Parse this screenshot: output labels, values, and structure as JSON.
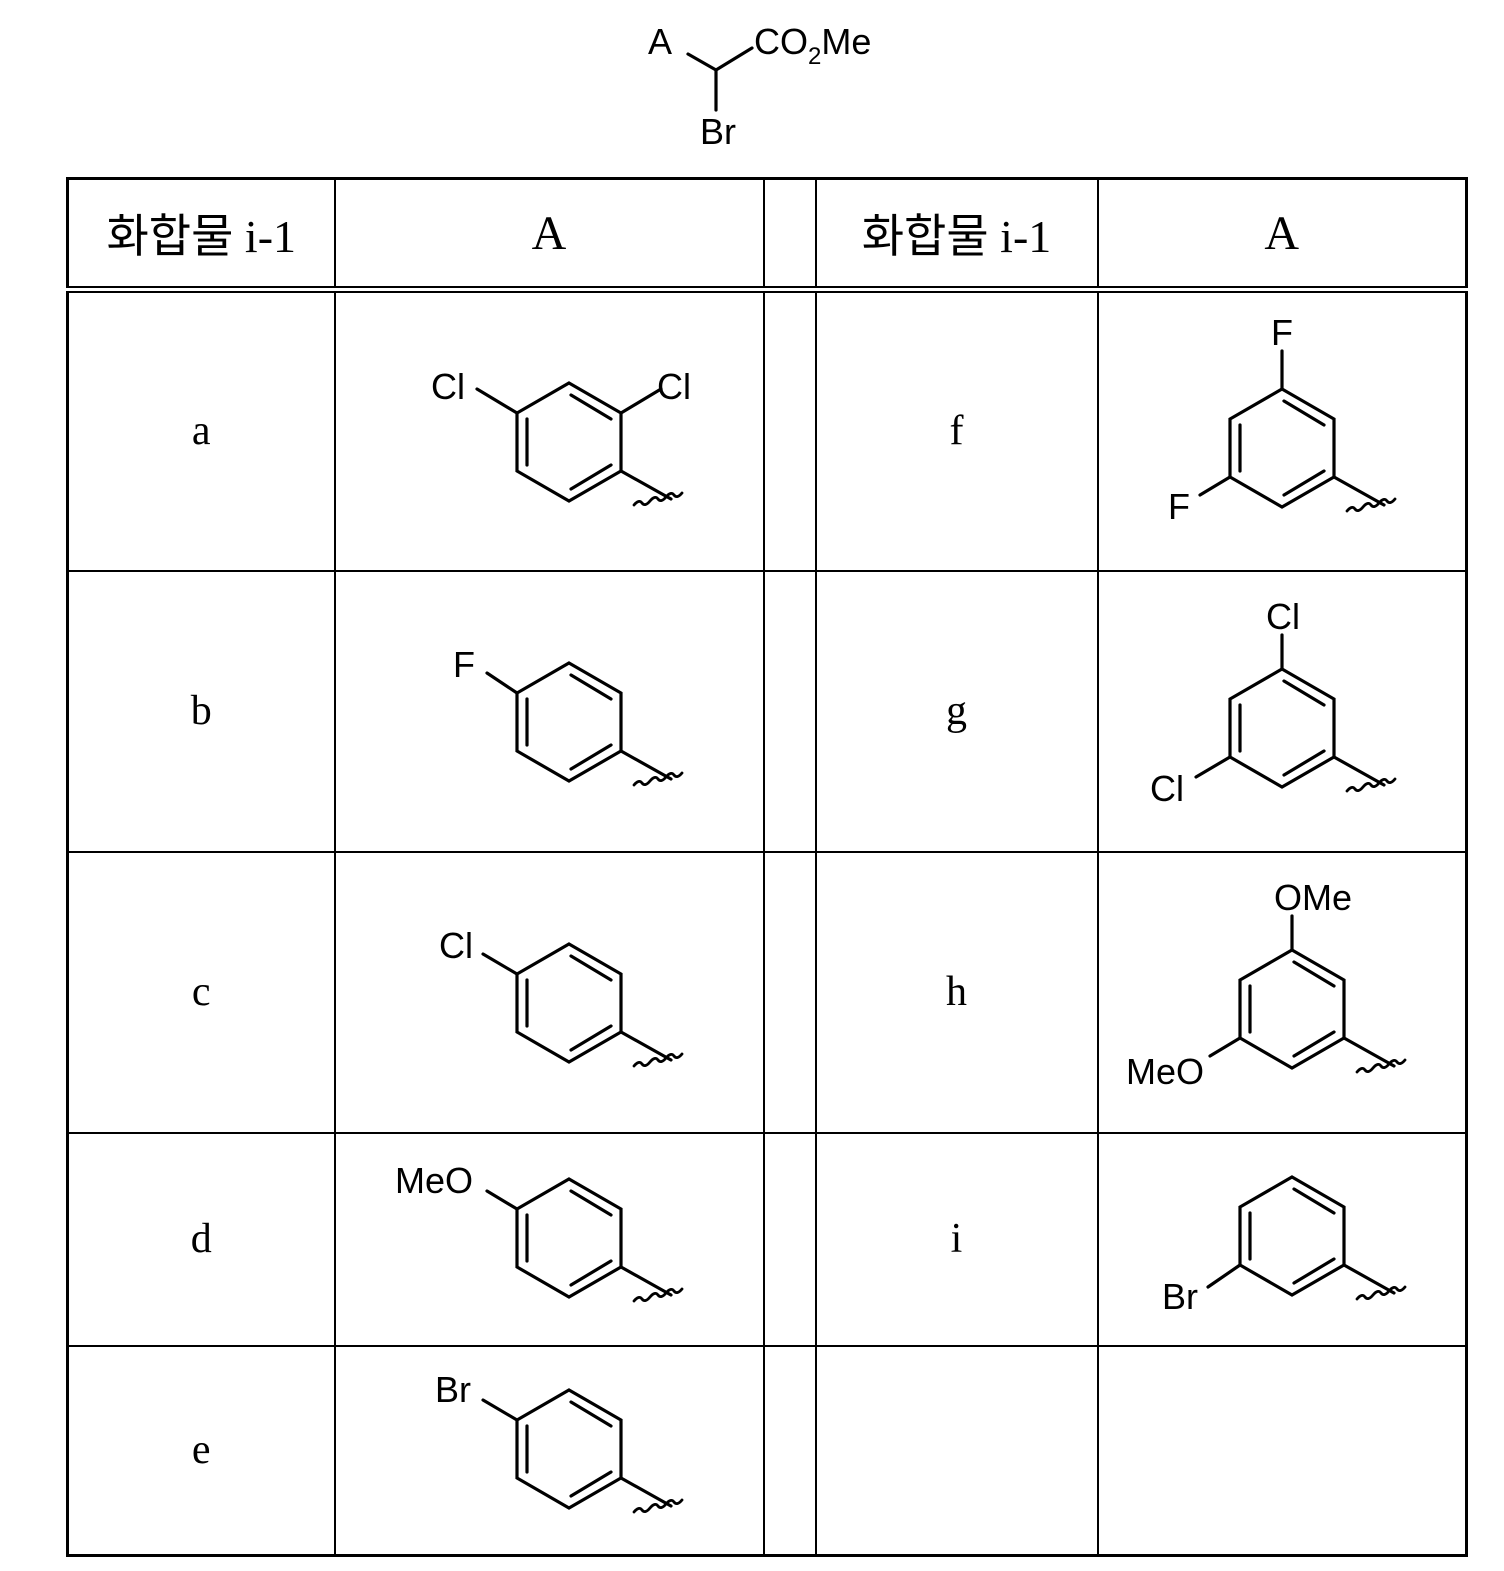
{
  "scheme": {
    "substituent_label": "A",
    "ester_label_prefix": "CO",
    "ester_label_subscript": "2",
    "ester_label_suffix": "Me",
    "leaving_group_label": "Br"
  },
  "table": {
    "headers": [
      "화합물 i-1",
      "A",
      "화합물 i-1",
      "A"
    ],
    "left_rows": [
      {
        "compound": "a",
        "substituents": [
          "Cl",
          "Cl"
        ]
      },
      {
        "compound": "b",
        "substituents": [
          "F"
        ]
      },
      {
        "compound": "c",
        "substituents": [
          "Cl"
        ]
      },
      {
        "compound": "d",
        "substituents": [
          "MeO"
        ]
      },
      {
        "compound": "e",
        "substituents": [
          "Br"
        ]
      }
    ],
    "right_rows": [
      {
        "compound": "f",
        "substituents": [
          "F",
          "F"
        ]
      },
      {
        "compound": "g",
        "substituents": [
          "Cl",
          "Cl"
        ]
      },
      {
        "compound": "h",
        "substituents": [
          "OMe",
          "MeO"
        ]
      },
      {
        "compound": "i",
        "substituents": [
          "Br"
        ]
      },
      {
        "compound": "",
        "substituents": []
      }
    ]
  }
}
